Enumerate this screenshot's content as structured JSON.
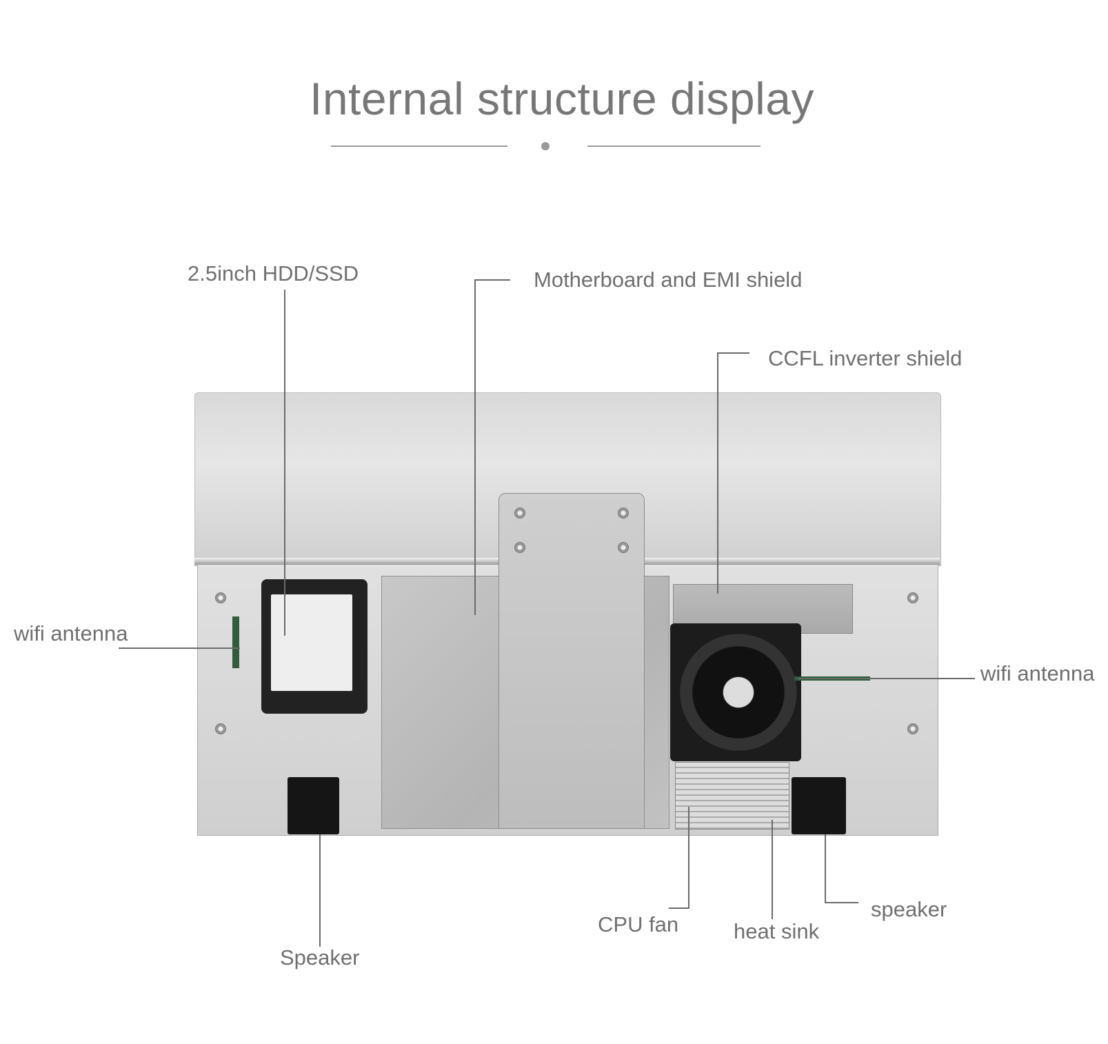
{
  "header": {
    "title": "Internal structure display"
  },
  "labels": {
    "hdd": "2.5inch HDD/SSD",
    "motherboard": "Motherboard and EMI shield",
    "ccfl": "CCFL inverter shield",
    "wifi_left": "wifi antenna",
    "wifi_right": "wifi antenna",
    "speaker_left": "Speaker",
    "cpu_fan": "CPU fan",
    "heat_sink": "heat sink",
    "speaker_right": "speaker"
  },
  "colors": {
    "text": "#6f6f6f",
    "line": "#777777"
  }
}
